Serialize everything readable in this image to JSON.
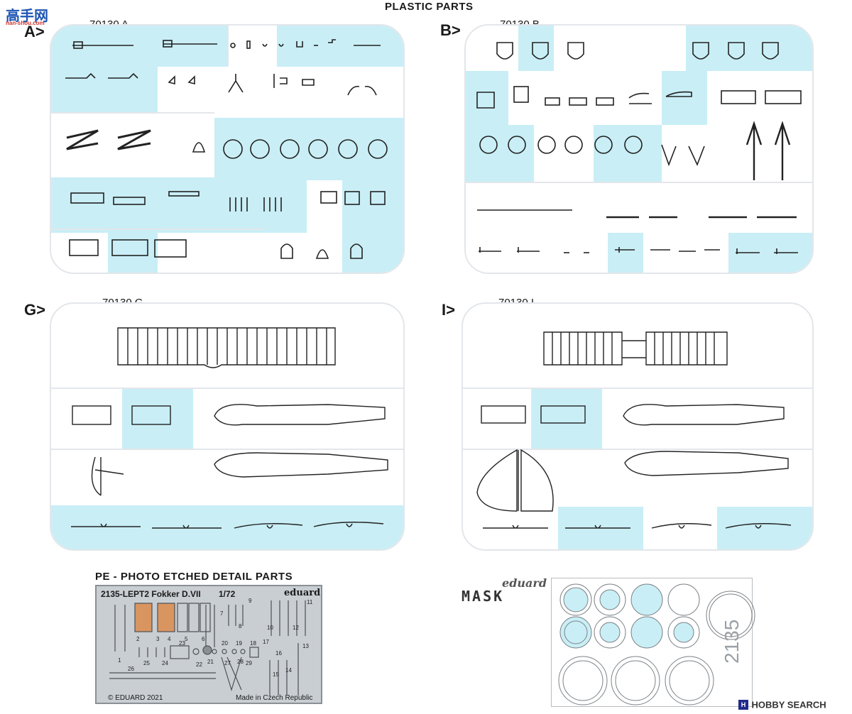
{
  "header": {
    "title": "PLASTIC PARTS"
  },
  "watermark": {
    "site_logo": "高手网",
    "site_url": "nan-shou.com"
  },
  "sprues": {
    "a": {
      "letter": "A>",
      "code": "70130 A"
    },
    "b": {
      "letter": "B>",
      "code": "70130 B"
    },
    "g": {
      "letter": "G>",
      "code": "70130 G"
    },
    "i": {
      "letter": "I>",
      "code": "70130 I"
    }
  },
  "pe": {
    "section_title": "PE - PHOTO ETCHED DETAIL PARTS",
    "sheet_header": "2135-LEPT2  Fokker D.VII",
    "scale": "1/72",
    "brand": "eduard",
    "copyright": "© EDUARD 2021",
    "made_in": "Made in Czech Republic",
    "part_numbers": [
      "1",
      "2",
      "3",
      "4",
      "5",
      "6",
      "7",
      "8",
      "9",
      "10",
      "11",
      "12",
      "13",
      "14",
      "15",
      "16",
      "17",
      "18",
      "19",
      "20",
      "21",
      "22",
      "23",
      "24",
      "25",
      "26",
      "27",
      "28",
      "29"
    ]
  },
  "mask": {
    "brand": "eduard",
    "label": "MASK",
    "code": "2135"
  },
  "footer": {
    "brand": "HOBBY SEARCH"
  },
  "colors": {
    "sprue_fill": "#c9eef6",
    "frame": "#e3e6ea",
    "pe_sheet": "#c9ced3",
    "mask_circle": "#c9eef6"
  }
}
